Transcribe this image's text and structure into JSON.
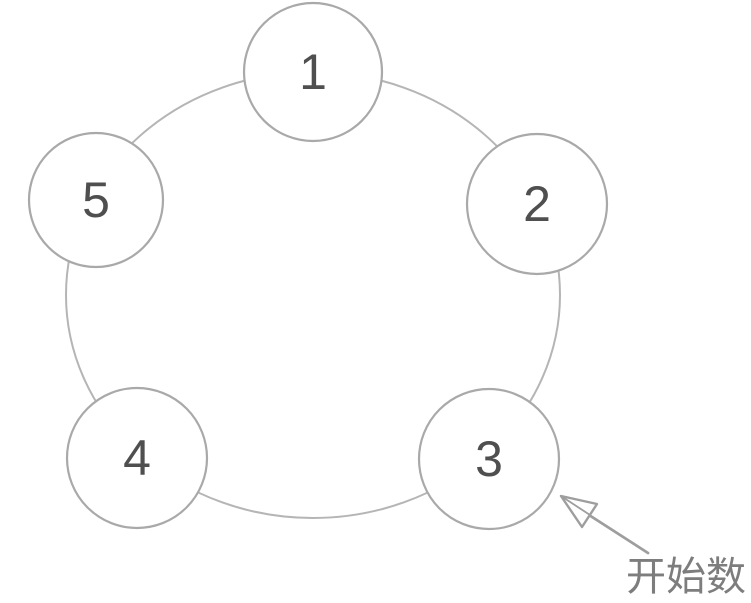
{
  "diagram": {
    "type": "counting-circle",
    "nodes": [
      "1",
      "2",
      "3",
      "4",
      "5"
    ],
    "start_label": "开始数",
    "colors": {
      "background": "#ffffff",
      "ring": "#b5b5b5",
      "node_border": "#a9a9a9",
      "node_fill": "#ffffff",
      "number": "#4f4f4f",
      "arrow": "#9e9e9e",
      "label_text": "#7d7d7d"
    }
  }
}
